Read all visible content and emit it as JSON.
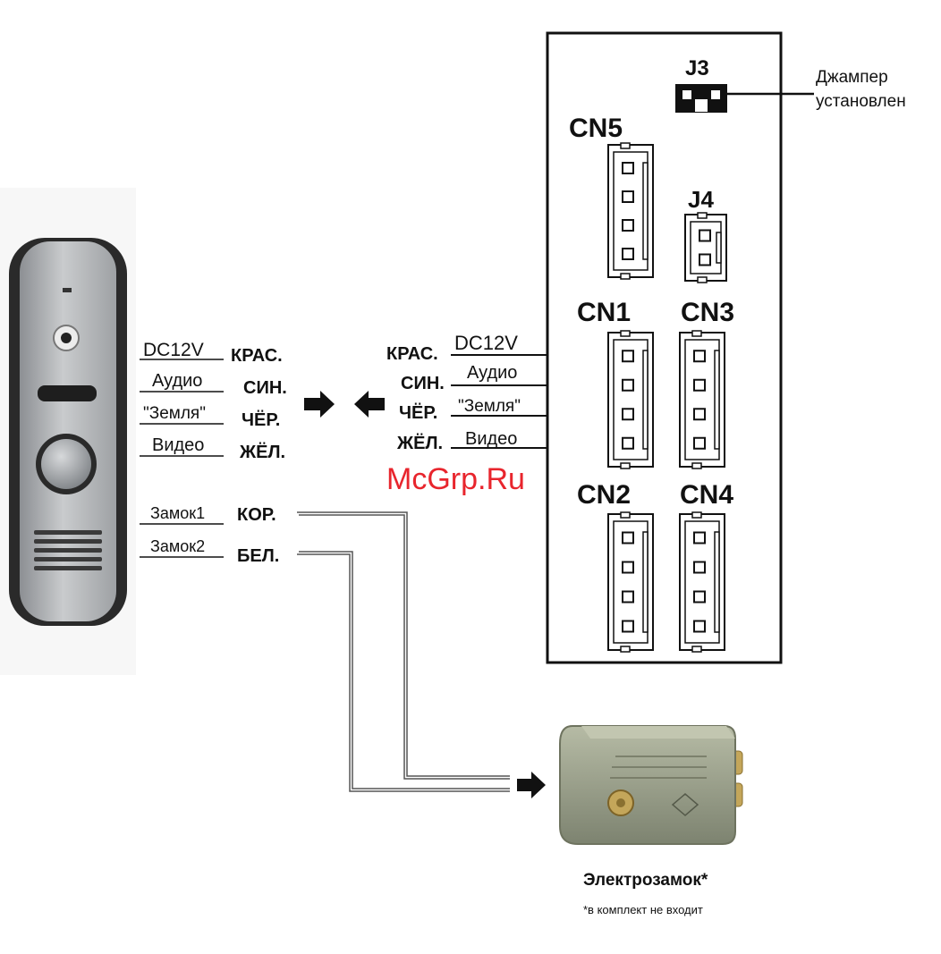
{
  "watermark": "McGrp.Ru",
  "panel_block": {
    "left_labels": [
      "DC12V",
      "Аудио",
      "\"Земля\"",
      "Видео"
    ],
    "left_colors": [
      "КРАС.",
      "СИН.",
      "ЧЁР.",
      "ЖЁЛ."
    ],
    "lock_labels": [
      "Замок1",
      "Замок2"
    ],
    "lock_colors": [
      "КОР.",
      "БЕЛ."
    ]
  },
  "monitor_block": {
    "right_colors": [
      "КРАС.",
      "СИН.",
      "ЧЁР.",
      "ЖЁЛ."
    ],
    "right_labels": [
      "DC12V",
      "Аудио",
      "\"Земля\"",
      "Видео"
    ]
  },
  "board": {
    "jumper_title": "J3",
    "jumper_note": [
      "Джампер",
      "установлен"
    ],
    "connectors": [
      "CN5",
      "J4",
      "CN1",
      "CN3",
      "CN2",
      "CN4"
    ]
  },
  "lock": {
    "title": "Электрозамок*",
    "note": "*в комплект не входит"
  },
  "colors": {
    "watermark": "#e8252d",
    "lines": "#111111",
    "panel_body": "#a7aaad",
    "panel_edge": "#2a2a2a",
    "lock_body": "#9aa08a",
    "lock_brass": "#c4a65a"
  },
  "icons": [
    "arrow-right-icon",
    "arrow-left-icon",
    "arrow-right-icon"
  ]
}
